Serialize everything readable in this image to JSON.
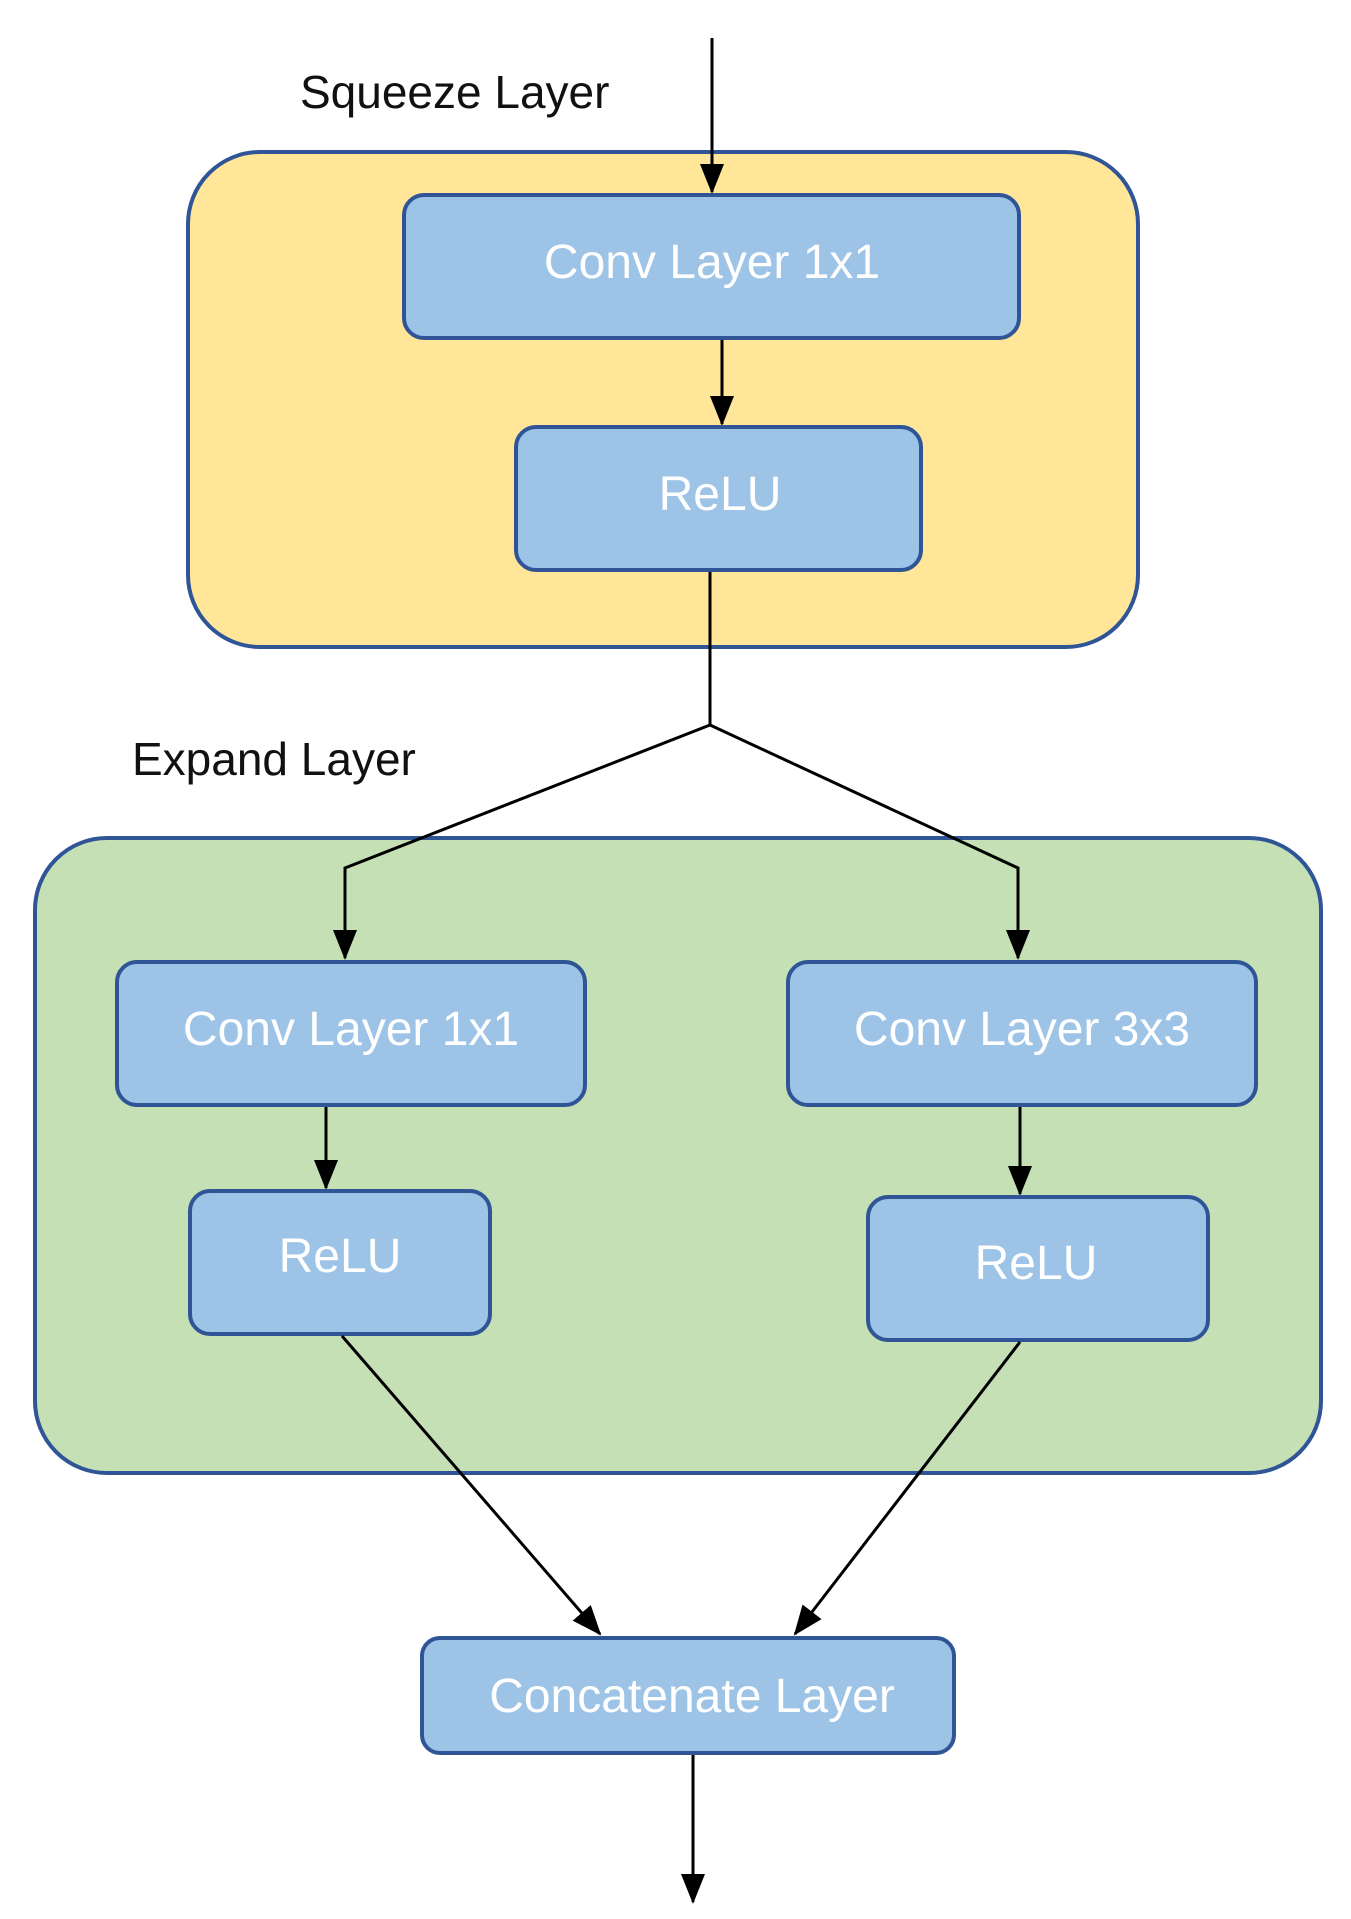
{
  "diagram": {
    "squeeze": {
      "title": "Squeeze Layer",
      "conv": "Conv Layer 1x1",
      "relu": "ReLU"
    },
    "expand": {
      "title": "Expand Layer",
      "left_conv": "Conv Layer 1x1",
      "left_relu": "ReLU",
      "right_conv": "Conv Layer 3x3",
      "right_relu": "ReLU"
    },
    "concat": "Concatenate Layer"
  },
  "colors": {
    "squeeze_fill": "#FFE699",
    "expand_fill": "#C5E0B4",
    "container_stroke": "#2F5597",
    "box_fill": "#9DC3E6",
    "box_stroke": "#2F5597",
    "box_text": "#FFFFFF",
    "arrow": "#000000"
  }
}
